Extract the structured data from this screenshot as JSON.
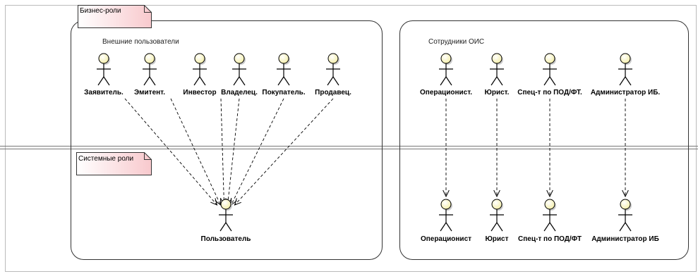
{
  "notes": {
    "business": "Бизнес-роли",
    "system": "Системные роли"
  },
  "groups": {
    "external": "Внешние пользователи",
    "staff": "Сотрудники ОИС"
  },
  "external_actors": [
    "Заявитель.",
    "Эмитент.",
    "Инвестор",
    "Владелец.",
    "Покупатель.",
    "Продавец."
  ],
  "staff_business": [
    "Операционист.",
    "Юрист.",
    "Спец-т по ПОД/ФТ.",
    "Администратор ИБ."
  ],
  "staff_system": [
    "Операционист",
    "Юрист",
    "Спец-т по ПОД/ФТ",
    "Администратор ИБ"
  ],
  "user_actor": "Пользователь",
  "colors": {
    "note_fill": "#fde0e2",
    "actor_head": "#fffbd8",
    "line": "#000000"
  }
}
